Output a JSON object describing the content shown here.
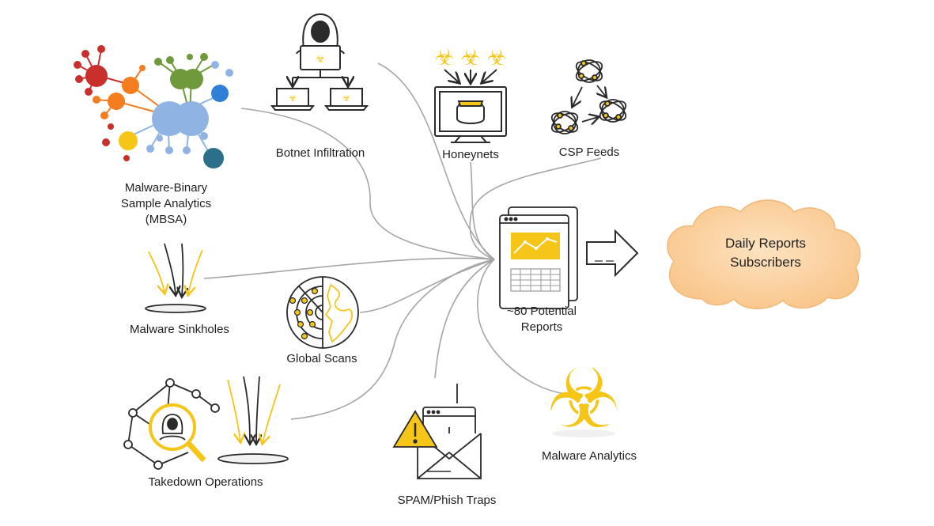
{
  "sources": {
    "mbsa": {
      "lines": [
        "Malware-Binary",
        "Sample Analytics",
        "(MBSA)"
      ],
      "icon": "mind-map-icon"
    },
    "botnet": {
      "label": "Botnet Infiltration",
      "icon": "hacker-laptop-icon"
    },
    "honeynets": {
      "label": "Honeynets",
      "icon": "honeypot-monitor-icon"
    },
    "csp": {
      "label": "CSP Feeds",
      "icon": "network-atoms-icon"
    },
    "sinkholes": {
      "label": "Malware Sinkholes",
      "icon": "sinkhole-arrows-icon"
    },
    "scans": {
      "label": "Global Scans",
      "icon": "radar-globe-icon"
    },
    "takedown": {
      "label": "Takedown Operations",
      "icon": "hacker-magnifier-icon"
    },
    "spam": {
      "label": "SPAM/Phish Traps",
      "icon": "phish-envelope-icon"
    },
    "analytics": {
      "label": "Malware Analytics",
      "icon": "biohazard-icon"
    }
  },
  "reports": {
    "lines": [
      "~80 Potential",
      "Reports"
    ],
    "icon": "report-window-icon"
  },
  "output": {
    "lines": [
      "Daily Reports",
      "Subscribers"
    ],
    "icon": "cloud-icon"
  },
  "colors": {
    "accent": "#f5c518",
    "cloud": "#fcd3a1",
    "line": "#a6a6a6",
    "stroke": "#2b2b2b"
  }
}
